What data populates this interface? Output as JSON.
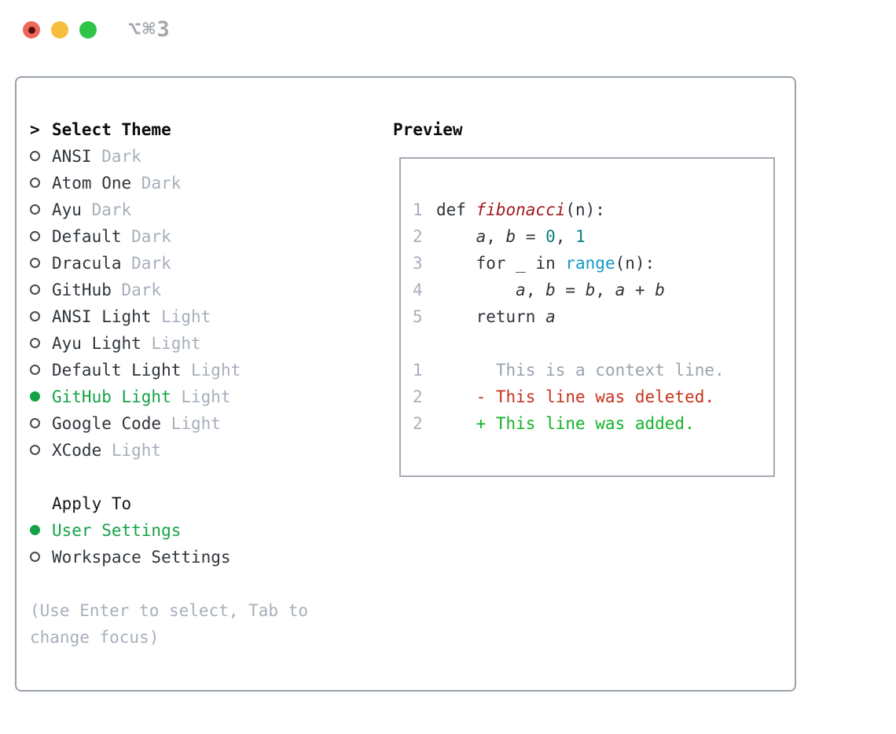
{
  "window": {
    "title": "⌥⌘3",
    "controls": [
      "close-button",
      "minimize-button",
      "zoom-button"
    ]
  },
  "theme_picker": {
    "header": {
      "prefix": ">",
      "label": "Select Theme"
    },
    "themes": [
      {
        "name": "ANSI",
        "variant": "Dark",
        "selected": false
      },
      {
        "name": "Atom One",
        "variant": "Dark",
        "selected": false
      },
      {
        "name": "Ayu",
        "variant": "Dark",
        "selected": false
      },
      {
        "name": "Default",
        "variant": "Dark",
        "selected": false
      },
      {
        "name": "Dracula",
        "variant": "Dark",
        "selected": false
      },
      {
        "name": "GitHub",
        "variant": "Dark",
        "selected": false
      },
      {
        "name": "ANSI Light",
        "variant": "Light",
        "selected": false
      },
      {
        "name": "Ayu Light",
        "variant": "Light",
        "selected": false
      },
      {
        "name": "Default Light",
        "variant": "Light",
        "selected": false
      },
      {
        "name": "GitHub Light",
        "variant": "Light",
        "selected": true
      },
      {
        "name": "Google Code",
        "variant": "Light",
        "selected": false
      },
      {
        "name": "XCode",
        "variant": "Light",
        "selected": false
      }
    ],
    "apply_to": {
      "label": "Apply To",
      "options": [
        {
          "label": "User Settings",
          "selected": true
        },
        {
          "label": "Workspace Settings",
          "selected": false
        }
      ]
    },
    "hint_lines": [
      "(Use Enter to select, Tab to",
      "change focus)"
    ]
  },
  "preview": {
    "title": "Preview",
    "rows": [
      {
        "num": "1",
        "kind": "code",
        "tokens": [
          {
            "t": "def ",
            "c": "code"
          },
          {
            "t": "fibonacci",
            "c": "func"
          },
          {
            "t": "(n):",
            "c": "code"
          }
        ]
      },
      {
        "num": "2",
        "kind": "code",
        "tokens": [
          {
            "t": "    ",
            "c": "code"
          },
          {
            "t": "a",
            "c": "var"
          },
          {
            "t": ", ",
            "c": "code"
          },
          {
            "t": "b",
            "c": "var"
          },
          {
            "t": " = ",
            "c": "code"
          },
          {
            "t": "0",
            "c": "num"
          },
          {
            "t": ", ",
            "c": "code"
          },
          {
            "t": "1",
            "c": "num"
          }
        ]
      },
      {
        "num": "3",
        "kind": "code",
        "tokens": [
          {
            "t": "    for _ in ",
            "c": "code"
          },
          {
            "t": "range",
            "c": "builtin"
          },
          {
            "t": "(n):",
            "c": "code"
          }
        ]
      },
      {
        "num": "4",
        "kind": "code",
        "tokens": [
          {
            "t": "        ",
            "c": "code"
          },
          {
            "t": "a",
            "c": "var"
          },
          {
            "t": ", ",
            "c": "code"
          },
          {
            "t": "b",
            "c": "var"
          },
          {
            "t": " = ",
            "c": "code"
          },
          {
            "t": "b",
            "c": "var"
          },
          {
            "t": ", ",
            "c": "code"
          },
          {
            "t": "a",
            "c": "var"
          },
          {
            "t": " + ",
            "c": "code"
          },
          {
            "t": "b",
            "c": "var"
          }
        ]
      },
      {
        "num": "5",
        "kind": "code",
        "tokens": [
          {
            "t": "    return ",
            "c": "code"
          },
          {
            "t": "a",
            "c": "var"
          }
        ]
      },
      {
        "num": "",
        "kind": "blank",
        "tokens": []
      },
      {
        "num": "1",
        "kind": "context",
        "tokens": [
          {
            "t": "      This is a context line.",
            "c": "context"
          }
        ]
      },
      {
        "num": "2",
        "kind": "deleted",
        "tokens": [
          {
            "t": "    - This line was deleted.",
            "c": "deleted"
          }
        ]
      },
      {
        "num": "2",
        "kind": "added",
        "tokens": [
          {
            "t": "    + This line was added.",
            "c": "added"
          }
        ]
      }
    ]
  },
  "colors": {
    "selection_green": "#13a346",
    "muted_gray": "#a7afbb",
    "text_dark": "#2f353b",
    "function_red": "#9e1c1f",
    "number_teal": "#0d7d7d",
    "builtin_blue": "#0f9ac8",
    "diff_deleted_red": "#c7341f",
    "diff_added_green": "#12b327",
    "traffic_red": "#ee675c",
    "traffic_yellow": "#f8bd3c",
    "traffic_green": "#2ec447",
    "border_gray": "#9aa2ab"
  }
}
